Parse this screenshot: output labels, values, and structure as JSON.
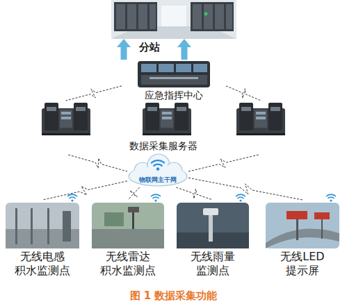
{
  "diagram": {
    "caption": "图 1 数据采集功能",
    "nodes": [
      {
        "text": [
          "分站"
        ]
      },
      {
        "text": [
          "应急指挥中心"
        ]
      },
      {
        "text": [
          "数据采集服务器"
        ]
      },
      {
        "text": [
          "物联网主干网"
        ]
      },
      {
        "text": [
          "无线电感 积水监测点"
        ]
      },
      {
        "text": [
          "无线雷达 积水监测点"
        ]
      },
      {
        "text": [
          "无线雨量 监测点"
        ]
      },
      {
        "text": [
          "无线LED 提示屏"
        ]
      }
    ],
    "edges": [
      {
        "from": 1,
        "to": 0,
        "arrow": "to"
      },
      {
        "from": 1,
        "to": 0,
        "arrow": "to"
      },
      {
        "from": 1,
        "to": 2,
        "arrow": "none"
      },
      {
        "from": 1,
        "to": 2,
        "arrow": "none"
      },
      {
        "from": 2,
        "to": 3,
        "arrow": "none"
      },
      {
        "from": 2,
        "to": 3,
        "arrow": "none"
      },
      {
        "from": 3,
        "to": 4,
        "arrow": "none"
      },
      {
        "from": 3,
        "to": 5,
        "arrow": "none"
      },
      {
        "from": 3,
        "to": 6,
        "arrow": "none"
      },
      {
        "from": 3,
        "to": 7,
        "arrow": "none"
      }
    ]
  }
}
